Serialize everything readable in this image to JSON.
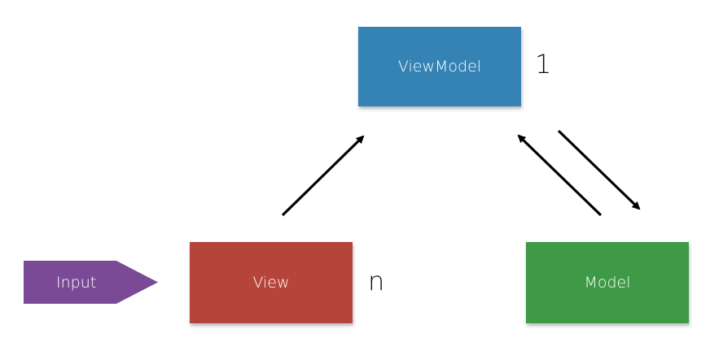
{
  "nodes": {
    "viewmodel": {
      "label": "ViewModel",
      "color": "#3582b5",
      "count": "1"
    },
    "view": {
      "label": "View",
      "color": "#b5443a",
      "count": "n"
    },
    "model": {
      "label": "Model",
      "color": "#3e9a46"
    },
    "input": {
      "label": "Input",
      "color": "#7a4a96"
    }
  },
  "edges": [
    {
      "from": "view",
      "to": "viewmodel"
    },
    {
      "from": "model",
      "to": "viewmodel"
    },
    {
      "from": "viewmodel",
      "to": "model"
    }
  ],
  "arrow_color": "#000000"
}
